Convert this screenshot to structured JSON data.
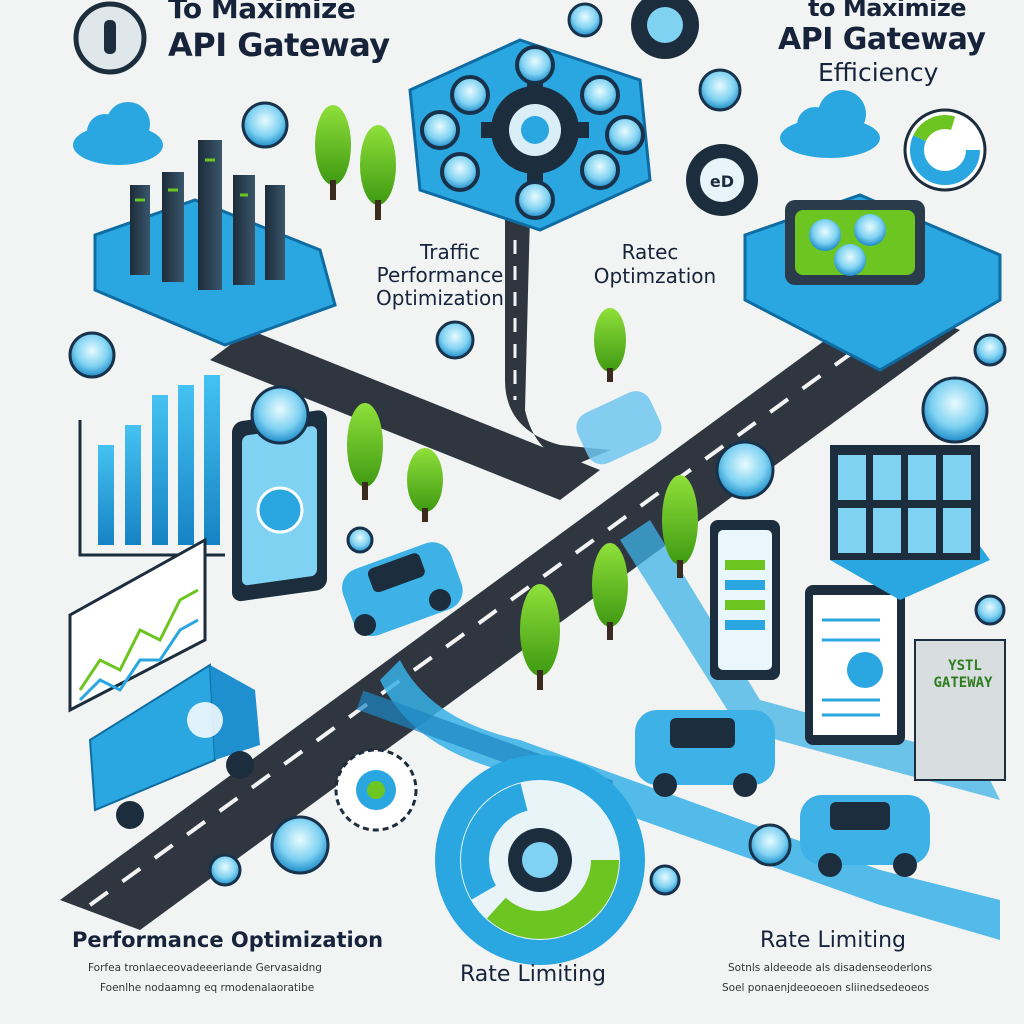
{
  "header": {
    "left_title_top": "To Maximize",
    "left_title_bottom": "API Gateway",
    "right_title_top": "to Maximize",
    "right_title_mid": "API Gateway",
    "right_title_bottom": "Efficiency"
  },
  "labels": {
    "traffic_line1": "Traffic",
    "traffic_line2": "Performance",
    "traffic_line3": "Optimization",
    "ratec_line1": "Ratec",
    "ratec_line2": "Optimzation",
    "sign_line1": "YSTL",
    "sign_line2": "GATEWAY"
  },
  "footer": {
    "left_heading": "Performance Optimization",
    "left_desc_1": "Forfea tronlaeceovadeeeriande Gervasaidng",
    "left_desc_2": "Foenlhe nodaamng eq rmodenalaoratibe",
    "center_heading": "Rate Limiting",
    "right_heading": "Rate Limiting",
    "right_desc_1": "Sotnls aldeeode als disadenseoderlons",
    "right_desc_2": "Soel ponaenjdeeoeoen sliinedsedeoeos"
  },
  "colors": {
    "background": "#f2f4f3",
    "accent_blue": "#2aa7e0",
    "accent_green": "#6cc520",
    "road": "#2f3640",
    "dark_text": "#16233a"
  },
  "icons": [
    "gear-icon",
    "cloud-icon",
    "server-icon",
    "car-icon",
    "truck-icon",
    "tree-icon",
    "tablet-icon",
    "bar-chart-icon",
    "line-chart-icon",
    "donut-chart-icon",
    "network-node-icon"
  ]
}
